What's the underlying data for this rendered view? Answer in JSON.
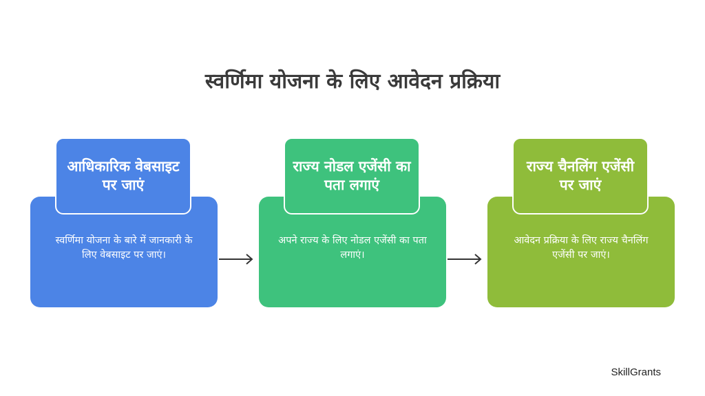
{
  "title": "स्वर्णिमा योजना के लिए आवेदन प्रक्रिया",
  "steps": [
    {
      "heading": "आधिकारिक वेबसाइट पर जाएं",
      "description": "स्वर्णिमा योजना के बारे में जानकारी के लिए वेबसाइट पर जाएं।",
      "color": "#4c84e6"
    },
    {
      "heading": "राज्य नोडल एजेंसी का पता लगाएं",
      "description": "अपने राज्य के लिए नोडल एजेंसी का पता लगाएं।",
      "color": "#3ec27d"
    },
    {
      "heading": "राज्य चैनलिंग एजेंसी पर जाएं",
      "description": "आवेदन प्रक्रिया के लिए राज्य चैनलिंग एजेंसी पर जाएं।",
      "color": "#8fbc3a"
    }
  ],
  "brand": "SkillGrants"
}
